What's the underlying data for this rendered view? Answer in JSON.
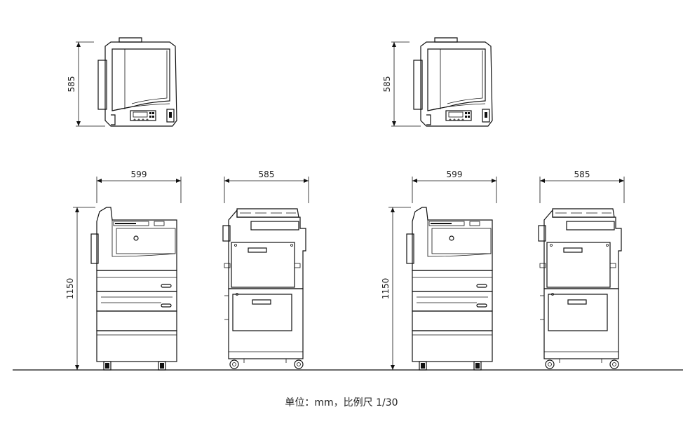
{
  "dimensions": {
    "top_depth": "585",
    "width_front": "599",
    "width_side": "585",
    "height": "1150"
  },
  "caption": "单位：mm，比例尺 1/30"
}
